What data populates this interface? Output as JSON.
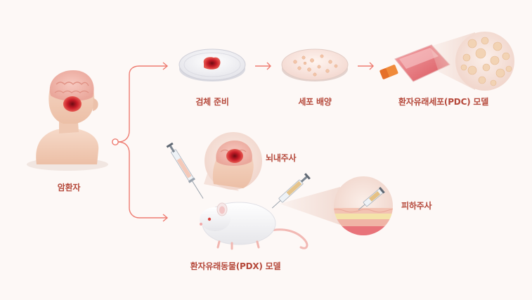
{
  "patient": {
    "label": "암환자"
  },
  "steps": {
    "specimen": {
      "label": "검체 준비"
    },
    "culture": {
      "label": "세포 배양"
    },
    "pdc": {
      "label": "환자유래세포(PDC) 모델"
    }
  },
  "pdx": {
    "label": "환자유래동물(PDX) 모델",
    "brain_injection": {
      "label": "뇌내주사"
    },
    "subcutaneous_injection": {
      "label": "피하주사"
    }
  },
  "colors": {
    "background": "#fdf8f6",
    "accent": "#e8685a",
    "label": "#b5483a",
    "tumor": "#c8202c",
    "skin": "#f3cdb8",
    "dish": "#f0f0f3"
  }
}
